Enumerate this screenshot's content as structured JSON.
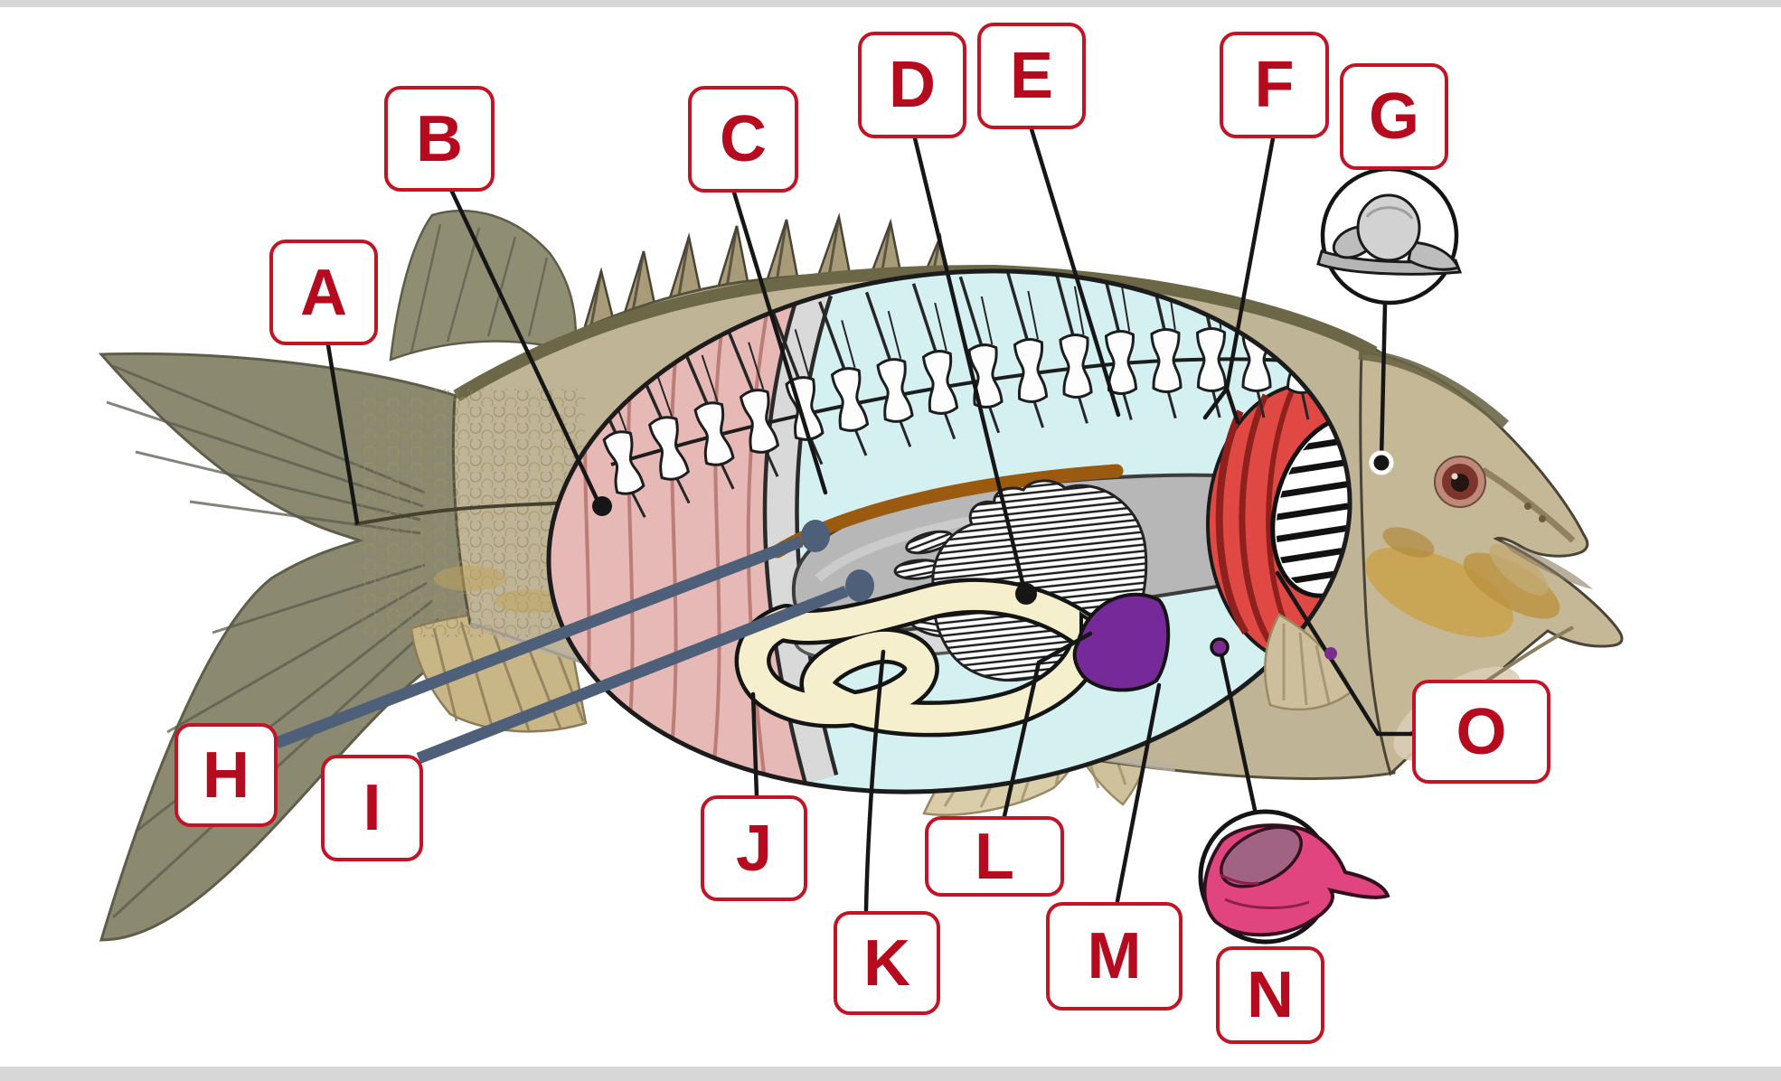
{
  "figure": {
    "labels": [
      {
        "letter": "A"
      },
      {
        "letter": "B"
      },
      {
        "letter": "C"
      },
      {
        "letter": "D"
      },
      {
        "letter": "E"
      },
      {
        "letter": "F"
      },
      {
        "letter": "G"
      },
      {
        "letter": "H"
      },
      {
        "letter": "I"
      },
      {
        "letter": "J"
      },
      {
        "letter": "K"
      },
      {
        "letter": "L"
      },
      {
        "letter": "M"
      },
      {
        "letter": "N"
      },
      {
        "letter": "O"
      }
    ],
    "insets": [
      {
        "icon": "brain-illustration-icon",
        "linked_label": "G"
      },
      {
        "icon": "spleen-illustration-icon",
        "linked_label": "N"
      }
    ],
    "colors": {
      "label_border": "#c31425",
      "label_letter": "#b60b1e",
      "leader_line": "#161616",
      "pin": "#4e5f79",
      "body_cavity": "#d4f0f1",
      "muscle": "#e6b9b6",
      "kidney_stripe": "#9a5a0f",
      "swim_bladder_upper": "#b6b6b6",
      "swim_bladder_lower": "#d8d8d8",
      "intestine": "#f6efcd",
      "spleen": "#762a9a",
      "gill": "#e04843",
      "inset_spleen_pink": "#e0457f",
      "fish_body": "#bfb596",
      "fish_back": "#6b6747"
    }
  }
}
